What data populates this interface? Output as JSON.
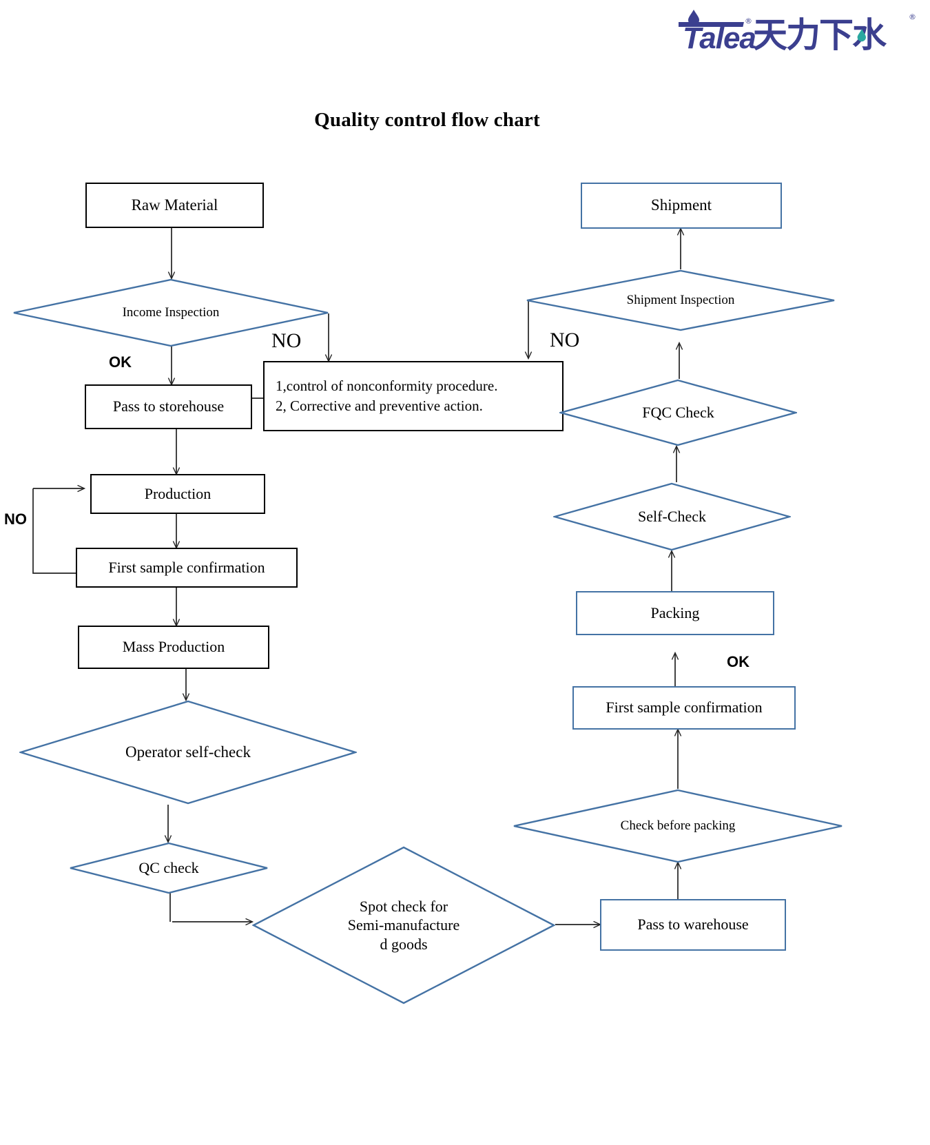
{
  "brand": {
    "logo_text_latin": "Talea",
    "logo_text_cjk": "天力下水",
    "registered_mark": "®",
    "colors": {
      "primary": "#3b3f8f",
      "accent": "#2aa7a0"
    }
  },
  "title": "Quality control flow chart",
  "colors": {
    "blue_stroke": "#4472a4",
    "black_stroke": "#000000",
    "background": "#ffffff",
    "text": "#000000"
  },
  "nodes": {
    "raw_material": "Raw Material",
    "income_inspection": "Income Inspection",
    "pass_to_storehouse": "Pass to storehouse",
    "nonconformity_line1": "1,control of nonconformity procedure.",
    "nonconformity_line2": "2, Corrective and preventive action.",
    "production": "Production",
    "first_sample_confirmation_left": "First sample confirmation",
    "mass_production": "Mass Production",
    "operator_self_check": "Operator self-check",
    "qc_check": "QC check",
    "spot_check_line1": "Spot check for",
    "spot_check_line2": "Semi-manufacture",
    "spot_check_line3": "d goods",
    "pass_to_warehouse": "Pass to warehouse",
    "check_before_packing": "Check before packing",
    "first_sample_confirmation_right": "First sample confirmation",
    "packing": "Packing",
    "self_check": "Self-Check",
    "fqc_check": "FQC Check",
    "shipment_inspection": "Shipment Inspection",
    "shipment": "Shipment"
  },
  "annotations": {
    "ok_income": "OK",
    "no_income": "NO",
    "no_production_loop": "NO",
    "no_shipment": "NO",
    "ok_packing": "OK"
  },
  "chart_data": {
    "type": "diagram",
    "title": "Quality control flow chart",
    "diagram_kind": "flowchart",
    "node_shapes": {
      "process": "rectangle",
      "decision": "diamond"
    },
    "steps": [
      {
        "id": "raw_material",
        "label": "Raw Material",
        "shape": "rectangle",
        "border": "black"
      },
      {
        "id": "income_inspection",
        "label": "Income Inspection",
        "shape": "diamond",
        "border": "blue"
      },
      {
        "id": "pass_to_storehouse",
        "label": "Pass to storehouse",
        "shape": "rectangle",
        "border": "black"
      },
      {
        "id": "nonconformity",
        "label": "1,control of nonconformity procedure. 2, Corrective and preventive action.",
        "shape": "rectangle",
        "border": "black"
      },
      {
        "id": "production",
        "label": "Production",
        "shape": "rectangle",
        "border": "black"
      },
      {
        "id": "first_sample_confirmation_left",
        "label": "First sample confirmation",
        "shape": "rectangle",
        "border": "black"
      },
      {
        "id": "mass_production",
        "label": "Mass Production",
        "shape": "rectangle",
        "border": "black"
      },
      {
        "id": "operator_self_check",
        "label": "Operator self-check",
        "shape": "diamond",
        "border": "blue"
      },
      {
        "id": "qc_check",
        "label": "QC check",
        "shape": "diamond",
        "border": "blue"
      },
      {
        "id": "spot_check",
        "label": "Spot check for Semi-manufactured goods",
        "shape": "diamond",
        "border": "blue"
      },
      {
        "id": "pass_to_warehouse",
        "label": "Pass to warehouse",
        "shape": "rectangle",
        "border": "blue"
      },
      {
        "id": "check_before_packing",
        "label": "Check before packing",
        "shape": "diamond",
        "border": "blue"
      },
      {
        "id": "first_sample_confirmation_right",
        "label": "First sample confirmation",
        "shape": "rectangle",
        "border": "blue"
      },
      {
        "id": "packing",
        "label": "Packing",
        "shape": "rectangle",
        "border": "blue"
      },
      {
        "id": "self_check",
        "label": "Self-Check",
        "shape": "diamond",
        "border": "blue"
      },
      {
        "id": "fqc_check",
        "label": "FQC Check",
        "shape": "diamond",
        "border": "blue"
      },
      {
        "id": "shipment_inspection",
        "label": "Shipment Inspection",
        "shape": "diamond",
        "border": "blue"
      },
      {
        "id": "shipment",
        "label": "Shipment",
        "shape": "rectangle",
        "border": "blue"
      }
    ],
    "edges": [
      {
        "from": "raw_material",
        "to": "income_inspection",
        "label": ""
      },
      {
        "from": "income_inspection",
        "to": "pass_to_storehouse",
        "label": "OK"
      },
      {
        "from": "income_inspection",
        "to": "nonconformity",
        "label": "NO"
      },
      {
        "from": "pass_to_storehouse",
        "to": "production",
        "label": ""
      },
      {
        "from": "production",
        "to": "first_sample_confirmation_left",
        "label": ""
      },
      {
        "from": "first_sample_confirmation_left",
        "to": "production",
        "label": "NO"
      },
      {
        "from": "first_sample_confirmation_left",
        "to": "mass_production",
        "label": ""
      },
      {
        "from": "mass_production",
        "to": "operator_self_check",
        "label": ""
      },
      {
        "from": "operator_self_check",
        "to": "qc_check",
        "label": ""
      },
      {
        "from": "qc_check",
        "to": "spot_check",
        "label": ""
      },
      {
        "from": "spot_check",
        "to": "pass_to_warehouse",
        "label": ""
      },
      {
        "from": "pass_to_warehouse",
        "to": "check_before_packing",
        "label": ""
      },
      {
        "from": "check_before_packing",
        "to": "first_sample_confirmation_right",
        "label": ""
      },
      {
        "from": "first_sample_confirmation_right",
        "to": "packing",
        "label": "OK"
      },
      {
        "from": "packing",
        "to": "self_check",
        "label": ""
      },
      {
        "from": "self_check",
        "to": "fqc_check",
        "label": ""
      },
      {
        "from": "fqc_check",
        "to": "shipment_inspection",
        "label": ""
      },
      {
        "from": "shipment_inspection",
        "to": "shipment",
        "label": ""
      },
      {
        "from": "shipment_inspection",
        "to": "nonconformity",
        "label": "NO"
      },
      {
        "from": "nonconformity",
        "to": "fqc_check",
        "label": ""
      }
    ]
  }
}
